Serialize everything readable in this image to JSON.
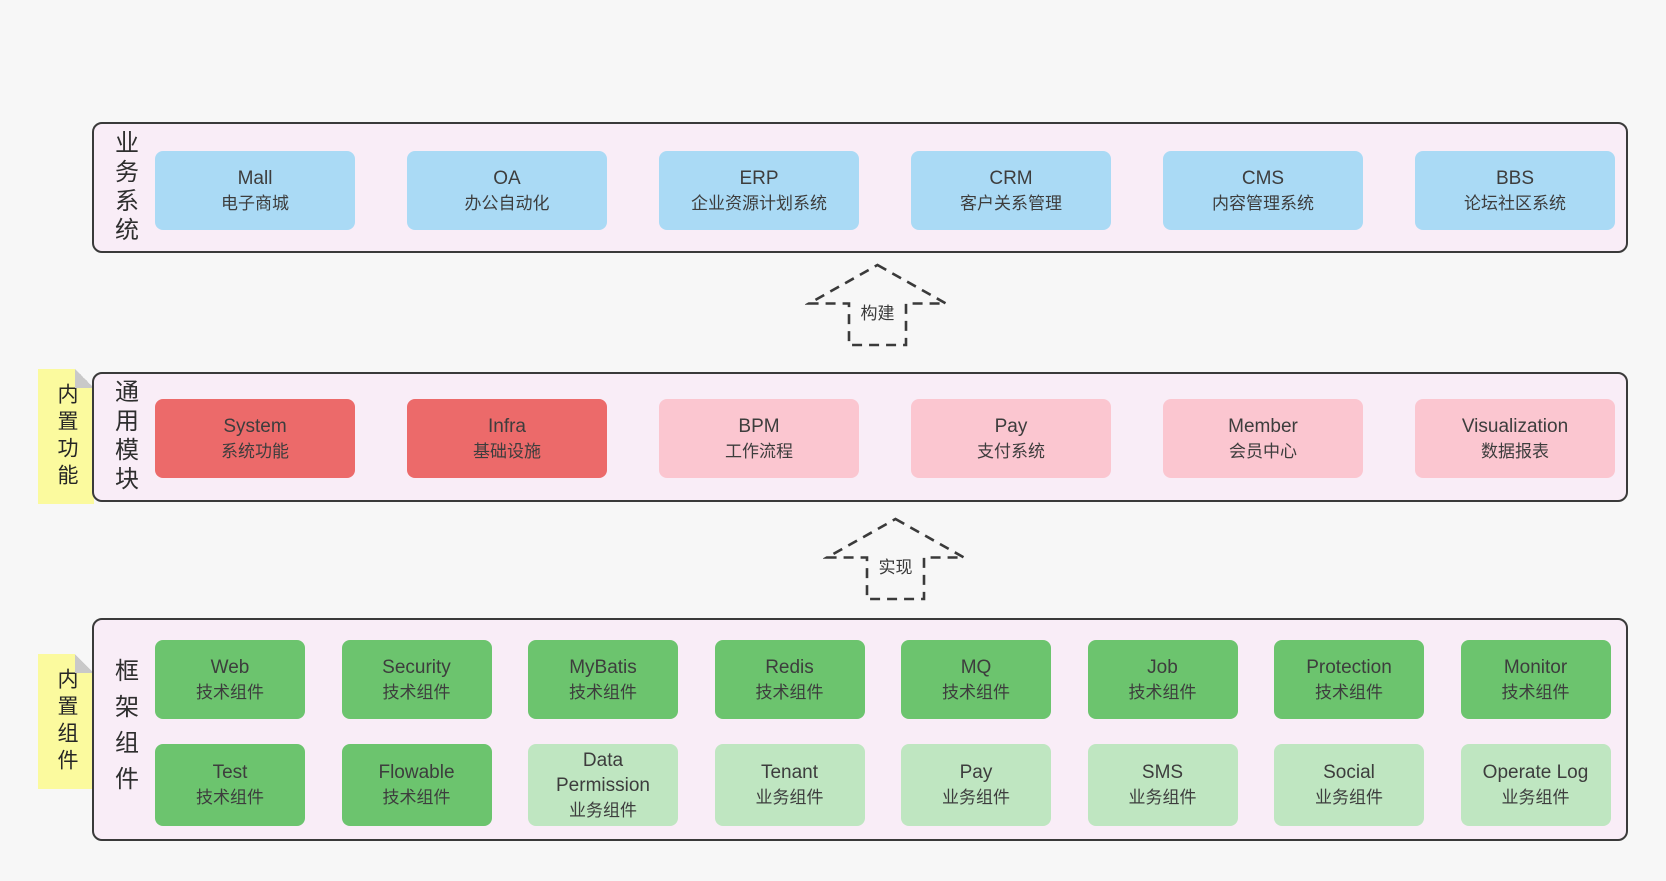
{
  "colors": {
    "page_bg": "#f7f7f7",
    "band_bg": "#f9edf7",
    "band_border": "#3a3a3a",
    "blue": "#aadaf5",
    "red": "#ec6a6a",
    "pink": "#fbc6d0",
    "green": "#6cc46e",
    "light_green": "#bfe6c1",
    "sticky_yellow": "#fbfa9e",
    "fold_gray": "#c9c9c9",
    "text": "#3d3d3d"
  },
  "bands": [
    {
      "id": "business-systems",
      "label": "业务系统",
      "sticky": null,
      "rows": [
        [
          {
            "title": "Mall",
            "subtitle": "电子商城",
            "color": "blue"
          },
          {
            "title": "OA",
            "subtitle": "办公自动化",
            "color": "blue"
          },
          {
            "title": "ERP",
            "subtitle": "企业资源计划系统",
            "color": "blue"
          },
          {
            "title": "CRM",
            "subtitle": "客户关系管理",
            "color": "blue"
          },
          {
            "title": "CMS",
            "subtitle": "内容管理系统",
            "color": "blue"
          },
          {
            "title": "BBS",
            "subtitle": "论坛社区系统",
            "color": "blue"
          }
        ]
      ]
    },
    {
      "id": "common-modules",
      "label": "通用模块",
      "sticky": "内置功能",
      "rows": [
        [
          {
            "title": "System",
            "subtitle": "系统功能",
            "color": "red"
          },
          {
            "title": "Infra",
            "subtitle": "基础设施",
            "color": "red"
          },
          {
            "title": "BPM",
            "subtitle": "工作流程",
            "color": "pink"
          },
          {
            "title": "Pay",
            "subtitle": "支付系统",
            "color": "pink"
          },
          {
            "title": "Member",
            "subtitle": "会员中心",
            "color": "pink"
          },
          {
            "title": "Visualization",
            "subtitle": "数据报表",
            "color": "pink"
          }
        ]
      ]
    },
    {
      "id": "framework-components",
      "label": "框架组件",
      "sticky": "内置组件",
      "rows": [
        [
          {
            "title": "Web",
            "subtitle": "技术组件",
            "color": "green"
          },
          {
            "title": "Security",
            "subtitle": "技术组件",
            "color": "green"
          },
          {
            "title": "MyBatis",
            "subtitle": "技术组件",
            "color": "green"
          },
          {
            "title": "Redis",
            "subtitle": "技术组件",
            "color": "green"
          },
          {
            "title": "MQ",
            "subtitle": "技术组件",
            "color": "green"
          },
          {
            "title": "Job",
            "subtitle": "技术组件",
            "color": "green"
          },
          {
            "title": "Protection",
            "subtitle": "技术组件",
            "color": "green"
          },
          {
            "title": "Monitor",
            "subtitle": "技术组件",
            "color": "green"
          }
        ],
        [
          {
            "title": "Test",
            "subtitle": "技术组件",
            "color": "green"
          },
          {
            "title": "Flowable",
            "subtitle": "技术组件",
            "color": "green"
          },
          {
            "title": "Data Permission",
            "subtitle": "业务组件",
            "color": "light_green"
          },
          {
            "title": "Tenant",
            "subtitle": "业务组件",
            "color": "light_green"
          },
          {
            "title": "Pay",
            "subtitle": "业务组件",
            "color": "light_green"
          },
          {
            "title": "SMS",
            "subtitle": "业务组件",
            "color": "light_green"
          },
          {
            "title": "Social",
            "subtitle": "业务组件",
            "color": "light_green"
          },
          {
            "title": "Operate Log",
            "subtitle": "业务组件",
            "color": "light_green"
          }
        ]
      ]
    }
  ],
  "arrows": [
    {
      "label": "构建"
    },
    {
      "label": "实现"
    }
  ]
}
